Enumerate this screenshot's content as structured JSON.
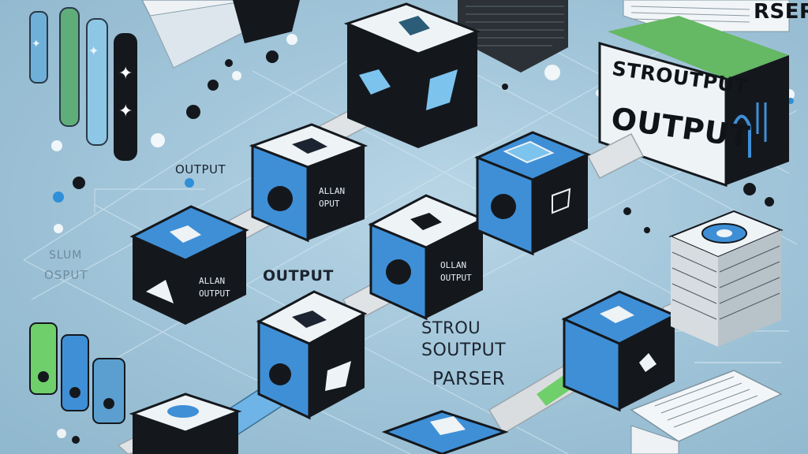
{
  "labels": {
    "output_small": "OUTPUT",
    "output_center": "OUTPUT",
    "strou": "STROU",
    "soutput": "SOUTPUT",
    "parser": "PARSER",
    "blur_line1": "SLUM",
    "blur_line2": "OSPUT",
    "top_right_partial": "RSER",
    "box_line1": "STROUTPUT",
    "box_line2": "OUTPUT",
    "cube_face_a1": "ALLAN",
    "cube_face_a2": "OPUT",
    "cube_face_b1": "ALLAN",
    "cube_face_b2": "OUTPUT",
    "cube_face_c1": "OLLAN",
    "cube_face_c2": "OUTPUT"
  },
  "colors": {
    "background": "#a3c6da",
    "cube_dark": "#14181d",
    "cube_blue": "#3f8fd6",
    "cube_top_light": "#eef3f6",
    "accent_green": "#6fcf6a",
    "pipe": "#d9dde0"
  }
}
